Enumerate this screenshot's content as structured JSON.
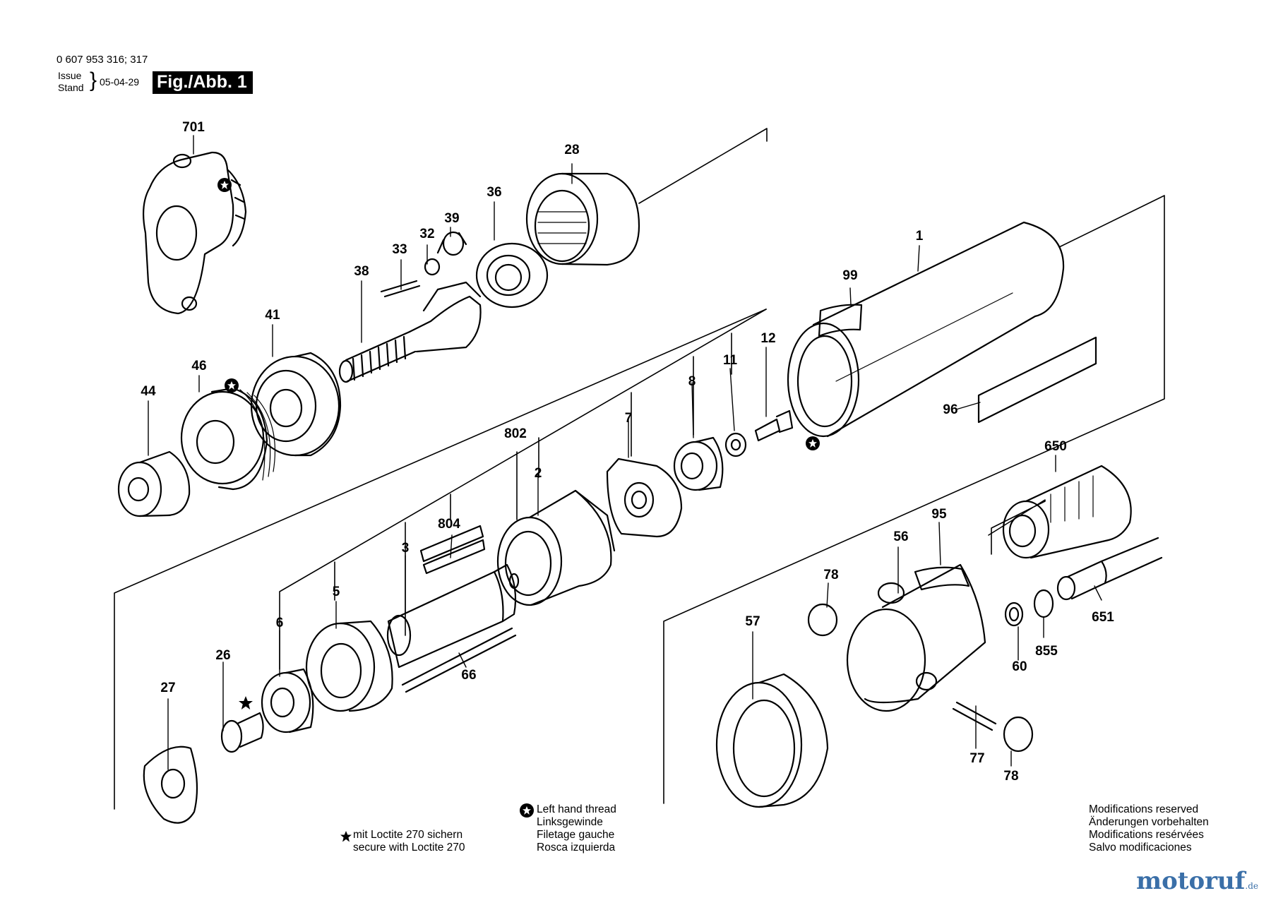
{
  "header": {
    "part_number": "0 607 953 316; 317",
    "issue_label": "Issue",
    "stand_label": "Stand",
    "date": "05-04-29",
    "figure": "Fig./Abb. 1"
  },
  "notes": {
    "loctite": [
      "mit Loctite 270 sichern",
      "secure with Loctite 270"
    ],
    "left_thread": [
      "Left hand thread",
      "Linksgewinde",
      "Filetage gauche",
      "Rosca izquierda"
    ],
    "modifications": [
      "Modifications reserved",
      "Änderungen vorbehalten",
      "Modifications resérvées",
      "Salvo modificaciones"
    ]
  },
  "parts": {
    "p701": "701",
    "p28": "28",
    "p36": "36",
    "p39": "39",
    "p32": "32",
    "p33": "33",
    "p38": "38",
    "p41": "41",
    "p46": "46",
    "p44": "44",
    "p1": "1",
    "p99": "99",
    "p12": "12",
    "p11": "11",
    "p8": "8",
    "p7": "7",
    "p96": "96",
    "p802": "802",
    "p2": "2",
    "p804": "804",
    "p3": "3",
    "p5": "5",
    "p6": "6",
    "p66": "66",
    "p26": "26",
    "p27": "27",
    "p650": "650",
    "p95": "95",
    "p56": "56",
    "p78a": "78",
    "p57": "57",
    "p651": "651",
    "p855": "855",
    "p60": "60",
    "p77": "77",
    "p78b": "78"
  },
  "watermark": {
    "text": "motoruf",
    "suffix": ".de"
  }
}
